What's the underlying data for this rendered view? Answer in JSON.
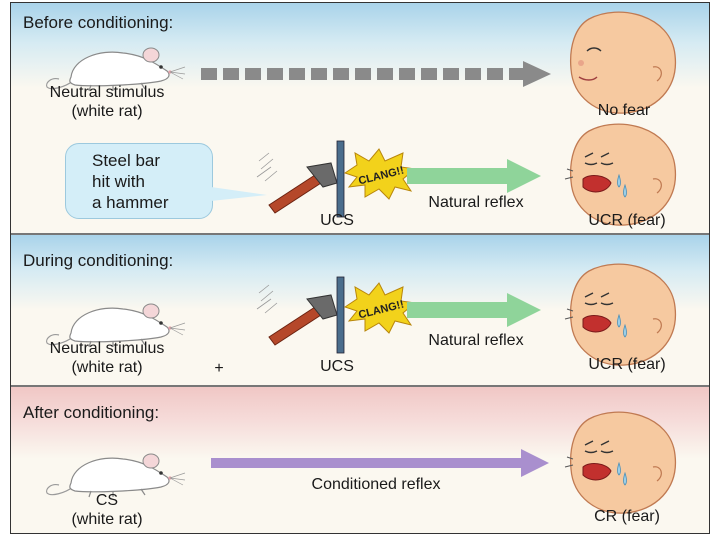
{
  "before": {
    "heading": "Before conditioning:",
    "neutral_label": [
      "Neutral stimulus",
      "(white rat)"
    ],
    "no_fear_label": "No fear",
    "bubble": [
      "Steel bar",
      "hit with",
      "a hammer"
    ],
    "clang": "CLANG!!",
    "ucs_label": "UCS",
    "reflex_label": "Natural reflex",
    "ucr_label": "UCR (fear)"
  },
  "during": {
    "heading": "During conditioning:",
    "neutral_label": [
      "Neutral stimulus",
      "(white rat)"
    ],
    "plus": "+",
    "clang": "CLANG!!",
    "ucs_label": "UCS",
    "reflex_label": "Natural reflex",
    "ucr_label": "UCR (fear)"
  },
  "after": {
    "heading": "After conditioning:",
    "cs_label": [
      "CS",
      "(white rat)"
    ],
    "reflex_label": "Conditioned reflex",
    "cr_label": "CR (fear)"
  },
  "colors": {
    "before_band": "#a9d3ea",
    "after_band": "#f0c7c5",
    "neutral_arrow": "#8a8a8a",
    "natural_arrow": "#8fd49a",
    "conditioned_arrow": "#a98fce",
    "bar": "#4a6d8c",
    "hammer_handle": "#b5482a",
    "clang_burst": "#f2d21b"
  }
}
